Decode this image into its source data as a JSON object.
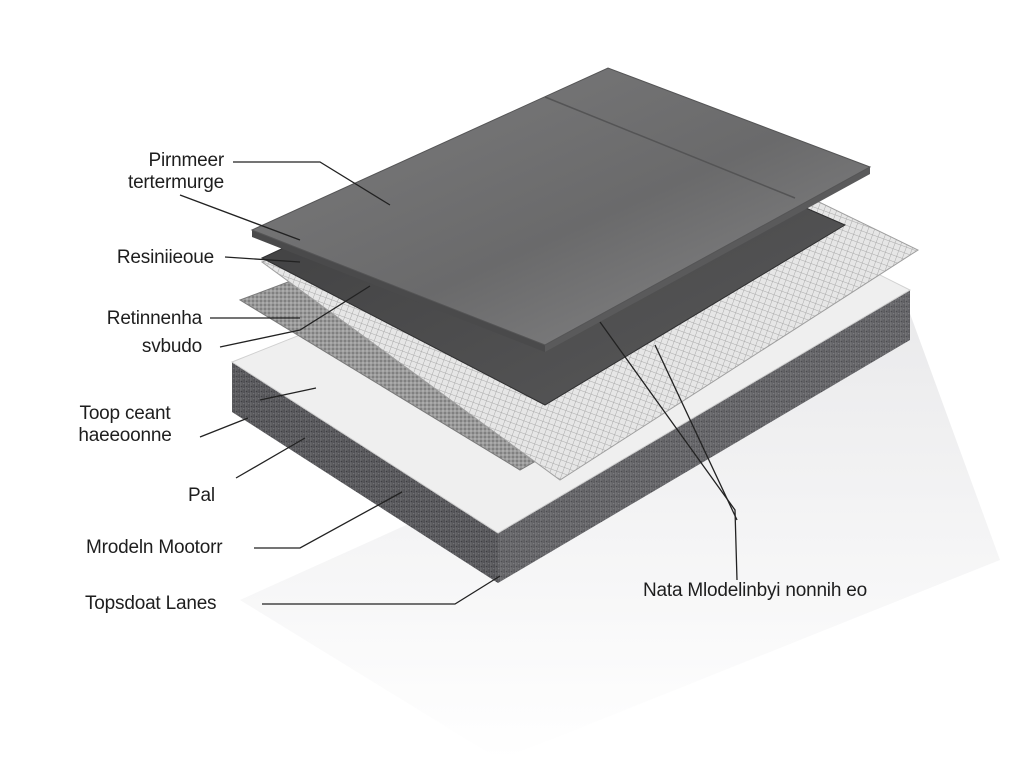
{
  "diagram": {
    "labels": [
      {
        "id": "primer",
        "lines": [
          "Pirnmeer",
          "tertermurge"
        ]
      },
      {
        "id": "resin",
        "lines": [
          "Resiniieoue"
        ]
      },
      {
        "id": "reinforcement",
        "lines": [
          "Retinnenha",
          "svbudo"
        ]
      },
      {
        "id": "topcoat-membrane",
        "lines": [
          "Toop ceant",
          "haeeoonne"
        ]
      },
      {
        "id": "pal",
        "lines": [
          "Pal"
        ]
      },
      {
        "id": "modern-motor",
        "lines": [
          "Mrodeln Mootorr"
        ]
      },
      {
        "id": "topcoat-lanes",
        "lines": [
          "Topsdoat Lanes"
        ]
      },
      {
        "id": "nata-model",
        "lines": [
          "Nata Mlodelinbyi nonnih eo"
        ]
      }
    ],
    "colors": {
      "top_panel": "#6f6f70",
      "top_panel_edge": "#505051",
      "membrane": "#4a4a4b",
      "mesh": "#d8d8d8",
      "felt": "#bcbcbc",
      "base_top": "#eeeeee",
      "base_side": "#58585b",
      "leader": "#222222"
    }
  }
}
